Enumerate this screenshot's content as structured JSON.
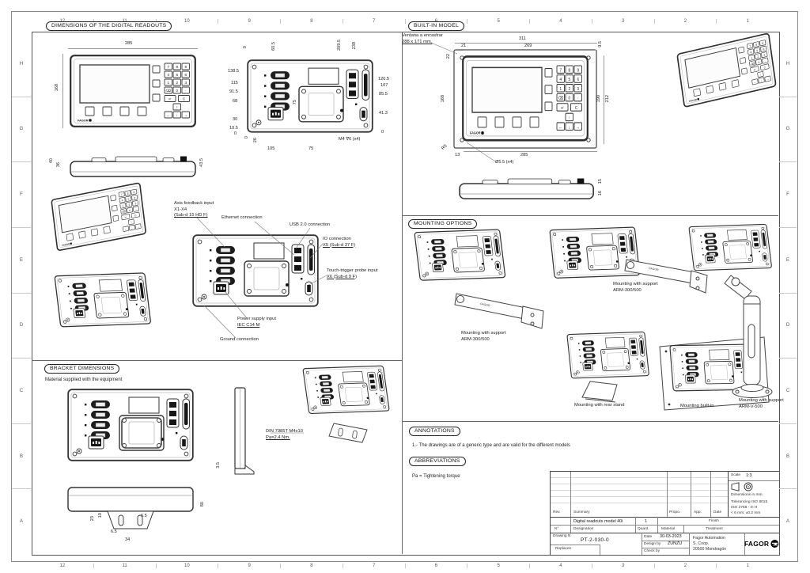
{
  "sheet": {
    "cols": [
      "12",
      "11",
      "10",
      "9",
      "8",
      "7",
      "6",
      "5",
      "4",
      "3",
      "2",
      "1"
    ],
    "rows": [
      "H",
      "G",
      "F",
      "E",
      "D",
      "C",
      "B",
      "A"
    ]
  },
  "brand": {
    "device_logo": "FAGOR"
  },
  "sections": {
    "dimensions_title": "DIMENSIONS OF THE DIGITAL READOUTS",
    "built_in_title": "BUILT-IN MODEL",
    "mounting_title": "MOUNTING OPTIONS",
    "bracket_title": "BRACKET DIMENSIONS",
    "bracket_subtitle": "Material supplied with the equipment",
    "annotations_title": "ANNOTATIONS",
    "annotation_1": "1.- The drawings are of a generic type and are valid for the different models",
    "abbreviations_title": "ABBREVIATIONS",
    "abbreviation_1": "Pa = Tightening torque"
  },
  "keypad": {
    "digits": [
      "7",
      "8",
      "9",
      "4",
      "5",
      "6",
      "1",
      "2",
      "3"
    ],
    "row4": [
      "⌫",
      "0",
      "·"
    ],
    "wide": [
      "↵",
      "C"
    ],
    "up": "↑",
    "nav": [
      "←",
      "↓",
      "→"
    ]
  },
  "front": {
    "dim_width": "285",
    "dim_height": "168"
  },
  "side": {
    "d1": "40",
    "d2": "36",
    "d3": "43.5"
  },
  "rear": {
    "top": [
      "0",
      "60.5",
      "209.5",
      "238"
    ],
    "left": [
      "138.5",
      "115",
      "91.5",
      "68",
      "30",
      "10.5",
      "0"
    ],
    "right": [
      "120.5",
      "107",
      "85.5",
      "41.3",
      "0"
    ],
    "bottom": [
      "0",
      "26",
      "105",
      "75"
    ],
    "plate": "75",
    "screw_note": "M4 ∇6 (x4)"
  },
  "connectors": {
    "axis1": "Axis feedback input",
    "axis2": "X1-X4",
    "axis3": "(Sub-d 15 HD F)",
    "ethernet": "Ethernet connection",
    "usb": "USB 2.0 connection",
    "io1": "IO connection",
    "io2": "X5 (Sub-d 37 F)",
    "probe1": "Touch-trigger probe input",
    "probe2": "X6 (Sub-d 9 F)",
    "power1": "Power supply input",
    "power2": "IEC C14 M",
    "ground": "Ground connection"
  },
  "built_in": {
    "window_note1": "Ventana a encastrar",
    "window_note2": "288 x 171 mm.",
    "top_total": "311",
    "top_a": "21",
    "top_b": "269",
    "top_c": "9.5",
    "left_a": "22",
    "left_b": "168",
    "right_a": "190",
    "right_b": "212",
    "bottom_a": "13",
    "bottom_b": "285",
    "radius": "R5",
    "holes": "Ø5.5 (x4)",
    "side_a": "15",
    "side_b": "16"
  },
  "mounting": {
    "captions": [
      [
        "Mounting with support",
        "ARM-300/500"
      ],
      [
        "Mounting with support",
        "ARM-300/500"
      ],
      [
        "Mounting with rear stand",
        ""
      ],
      [
        "Mounting built-in",
        ""
      ],
      [
        "Mounting with support",
        "ARM-V-500"
      ]
    ]
  },
  "bracket": {
    "din_note1": "DIN 7985T M4x10",
    "din_note2": "Pa=2.4 Nm.",
    "side": "3.5",
    "b1": "23",
    "b2": "10",
    "b3": "6.5",
    "b4": "6.5",
    "b5": "34",
    "height": "80"
  },
  "title_block": {
    "rev": "Rev.",
    "summary": "Summary",
    "propo": "Propo.",
    "app": "App.",
    "date_col": "Date",
    "designation_value": "Digital readouts model 40i",
    "quant_value": "1",
    "finish": "Finish",
    "treatment": "Treatment",
    "n": "N°",
    "designation": "Designation",
    "quant": "Quant.",
    "material": "Material",
    "drawing_n_label": "Drawing N",
    "drawing_n": "PT-2-030-0",
    "replaces": "Replaces",
    "date_label": "Date",
    "date": "30-03-2023",
    "design_by_label": "Design by",
    "design_by": "ZUNZU",
    "check_by_label": "Check by",
    "company1": "Fagor Automation",
    "company2": "S. Coop.",
    "company3": "20500 Mondragón",
    "logo_text": "FAGOR",
    "scale_label": "Scale",
    "scale": "1:3",
    "units_note": "Dimensions in mm.",
    "tol1": "Tolerancing ISO 8015",
    "tol2": "ISO 2768 - m H",
    "tol3": "< 6 mm: ±0.2 mm"
  }
}
